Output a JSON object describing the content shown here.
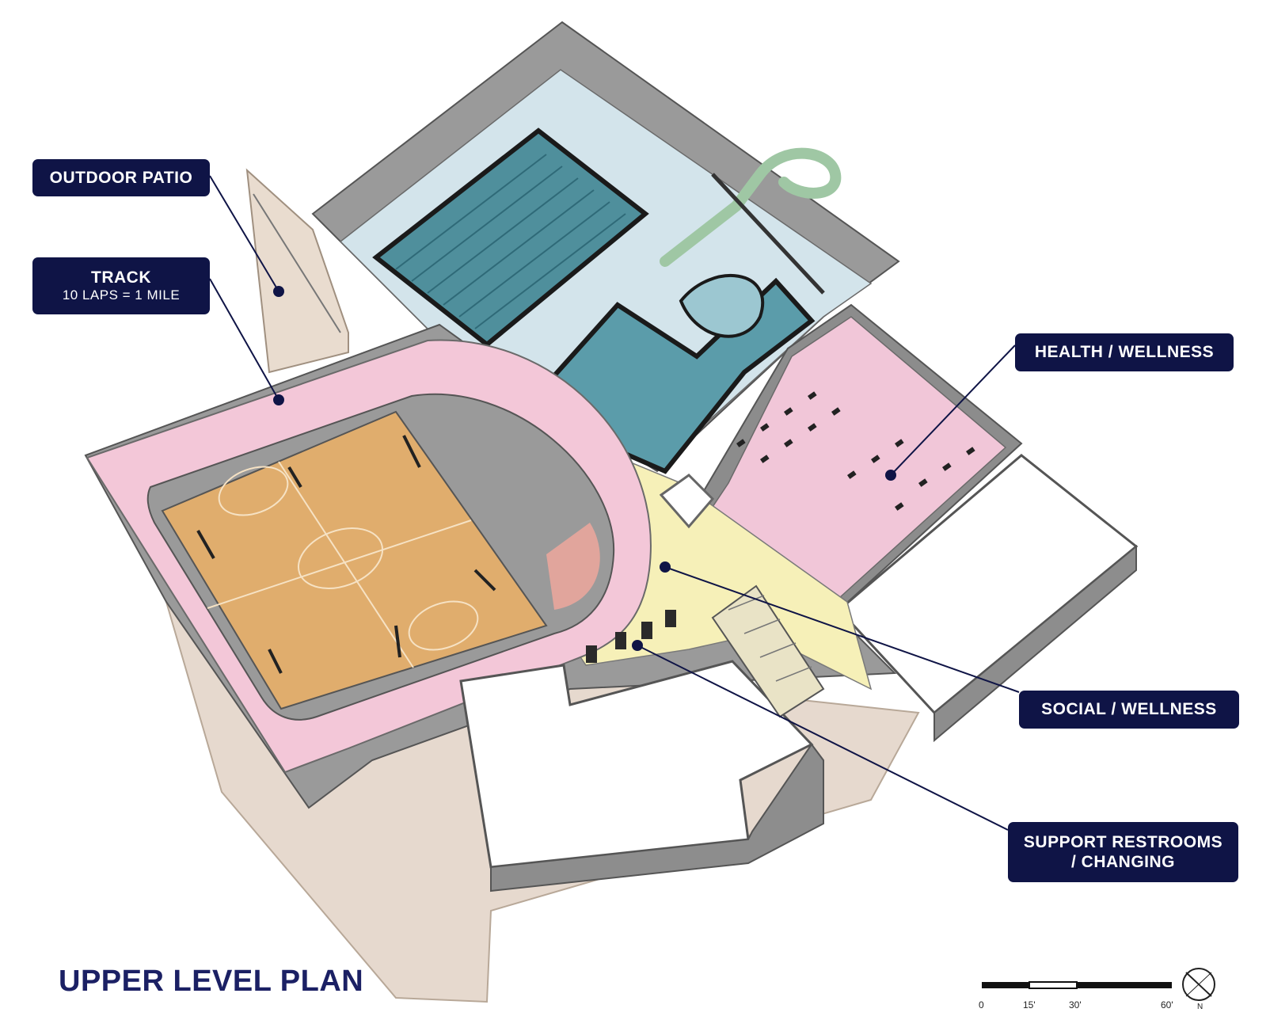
{
  "title": "UPPER LEVEL PLAN",
  "callouts": {
    "outdoor_patio": {
      "label": "OUTDOOR PATIO"
    },
    "track": {
      "label": "TRACK",
      "sublabel": "10 LAPS = 1 MILE"
    },
    "health_wellness": {
      "label": "HEALTH / WELLNESS"
    },
    "social_wellness": {
      "label": "SOCIAL / WELLNESS"
    },
    "support_restrooms": {
      "label_line1": "SUPPORT RESTROOMS",
      "label_line2": "/ CHANGING"
    }
  },
  "scale_bar": {
    "ticks": [
      "0",
      "15'",
      "30'",
      "60'"
    ],
    "north": "N"
  },
  "colors": {
    "callout_bg": "#0f1446",
    "title": "#1b2064",
    "track": "#f3c7d8",
    "pool_water": "#5f9fae",
    "natatorium_floor": "#d2e3ea",
    "gym_floor": "#e0ae6e",
    "social_floor": "#f6f0b8",
    "plaza": "#e4d7cc",
    "wall": "#8d8d8d"
  }
}
